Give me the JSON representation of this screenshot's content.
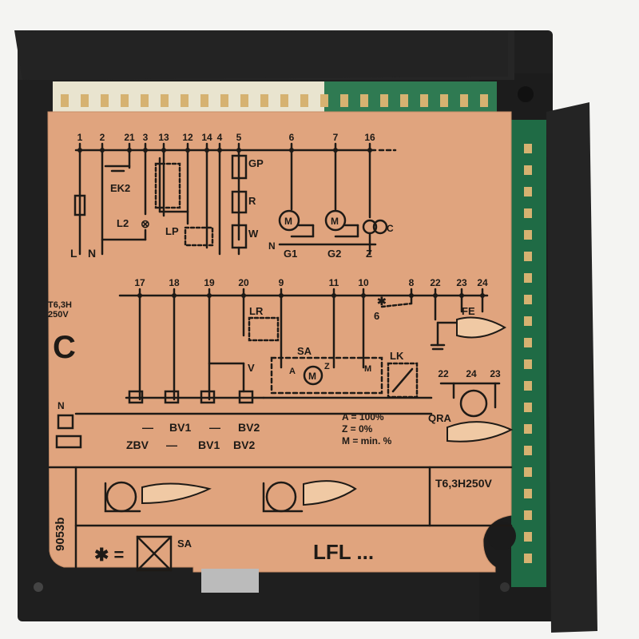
{
  "colors": {
    "background": "#f4f4f2",
    "housing": "#1f1f1f",
    "board": "#e0a47e",
    "ink": "#1e1a16",
    "connector_green": "#1f6b45",
    "terminal_gold": "#d6b271"
  },
  "icons": [
    "motor-symbol",
    "lamp-symbol",
    "flame-symbol",
    "burner-symbol",
    "fuse-symbol",
    "relay-coil-symbol",
    "valve-symbol",
    "screw-symbol"
  ],
  "top_terminals": [
    "1",
    "2",
    "21",
    "3",
    "13",
    "12",
    "14",
    "4",
    "5",
    "6",
    "7",
    "16"
  ],
  "top_labels": {
    "ek2": "EK2",
    "gp": "GP",
    "r": "R",
    "w": "W",
    "l2": "L2",
    "lp": "LP",
    "l": "L",
    "n": "N",
    "n2": "N",
    "g1": "G1",
    "g2": "G2",
    "z": "Z",
    "c": "C"
  },
  "bottom_terminals": [
    "17",
    "18",
    "19",
    "20",
    "9",
    "11",
    "10",
    "8",
    "22",
    "23",
    "24"
  ],
  "mid_labels": {
    "fuse": "T6,3H\n250V",
    "big_c": "C",
    "lr": "LR",
    "sa": "SA",
    "lk": "LK",
    "fe": "FE",
    "six": "6",
    "v": "V",
    "a": "A",
    "z": "Z",
    "m": "M",
    "n": "N"
  },
  "qra_terminals": [
    "22",
    "24",
    "23"
  ],
  "qra_label": "QRA",
  "valve_legend": {
    "row1": [
      "—",
      "BV1",
      "—",
      "BV2"
    ],
    "row2": [
      "ZBV",
      "—",
      "BV1",
      "BV2"
    ]
  },
  "position_legend": [
    "A = 100%",
    "Z =    0%",
    "M = min. %"
  ],
  "fuse_rating": "T6,3H250V",
  "model": "LFL ...",
  "vertical_code": "9053b",
  "star_eq": "✱ =",
  "sa_small": "SA"
}
